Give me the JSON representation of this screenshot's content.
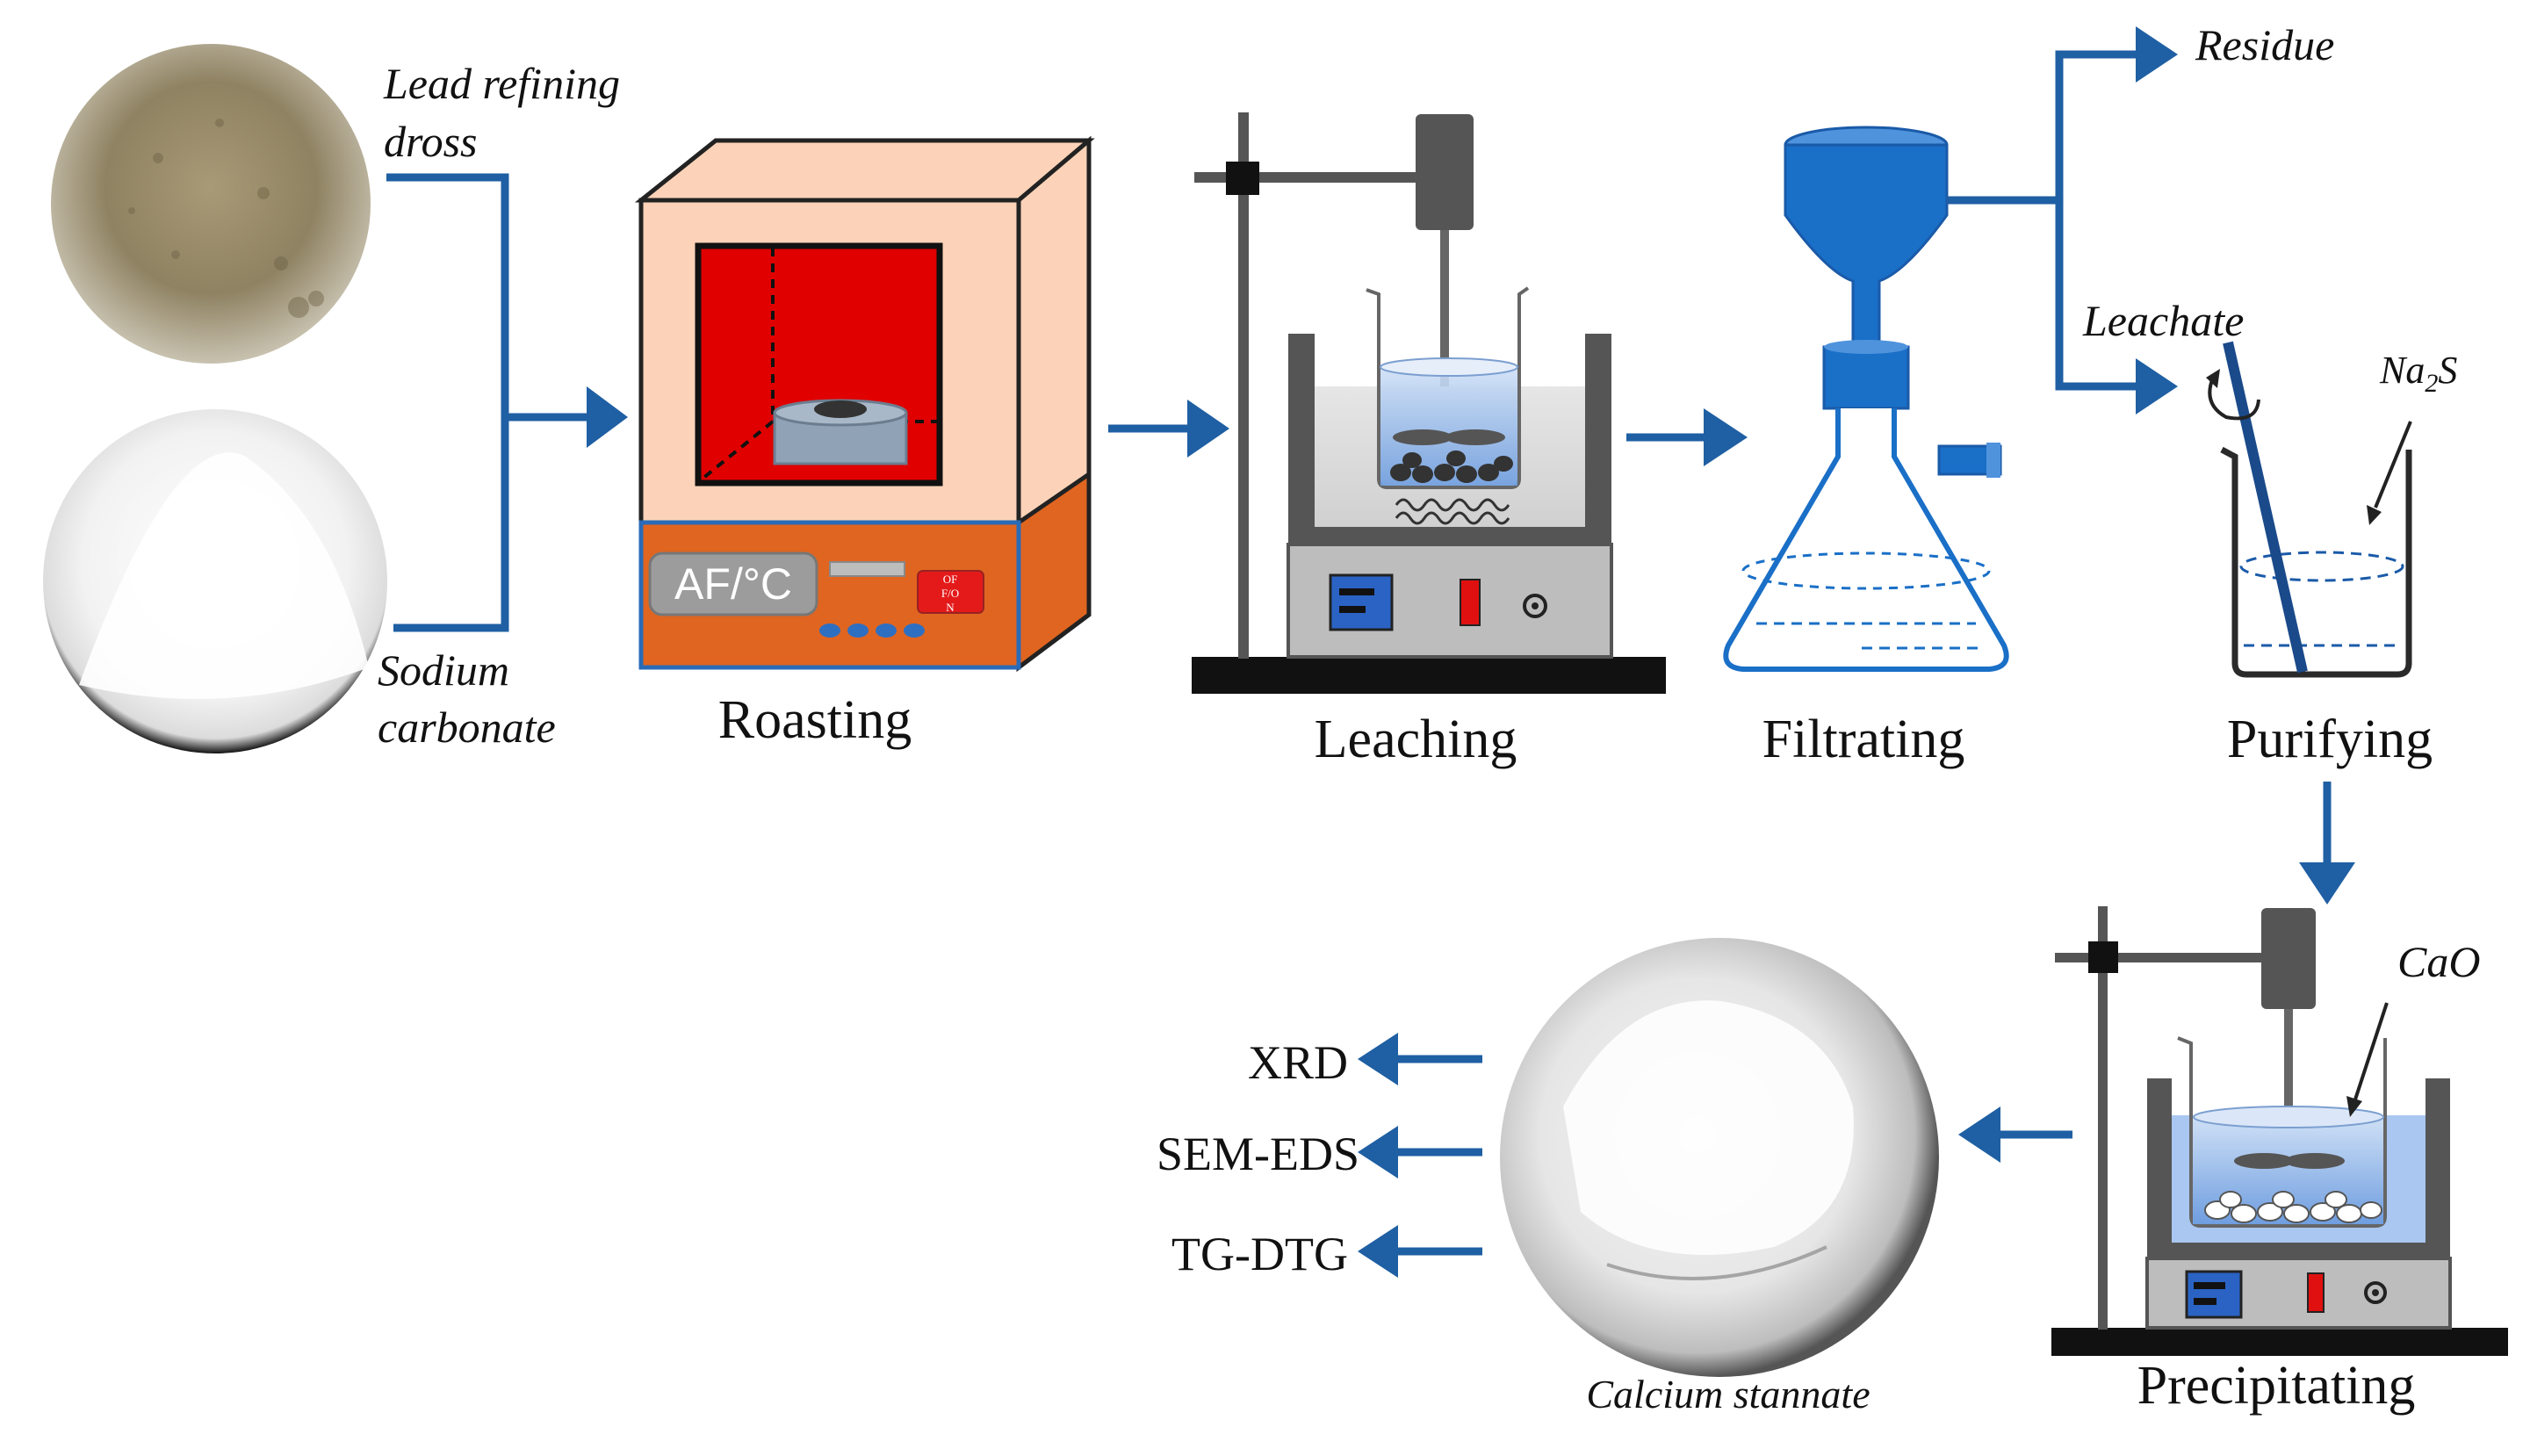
{
  "labels": {
    "inputs": {
      "dross_line1": "Lead refining",
      "dross_line2": "dross",
      "sodium_line1": "Sodium",
      "sodium_line2": "carbonate"
    },
    "steps": {
      "roasting": "Roasting",
      "leaching": "Leaching",
      "filtrating": "Filtrating",
      "purifying": "Purifying",
      "precipitating": "Precipitating"
    },
    "streams": {
      "residue": "Residue",
      "leachate": "Leachate",
      "na2s_main": "Na",
      "na2s_sub": "2",
      "na2s_tail": "S",
      "cao": "CaO"
    },
    "furnace": {
      "display": "AF/°C",
      "switch_top": "OF",
      "switch_mid": "F/O",
      "switch_bot": "N"
    },
    "product": "Calcium stannate",
    "analyses": [
      "XRD",
      "SEM-EDS",
      "TG-DTG"
    ]
  },
  "colors": {
    "arrow": "#1f5fa3",
    "furnace_shell": "#fcd3b8",
    "furnace_chamber": "#e00000",
    "furnace_base": "#e06520",
    "funnel_blue": "#1a6fc7",
    "instrument_gray": "#555555"
  }
}
